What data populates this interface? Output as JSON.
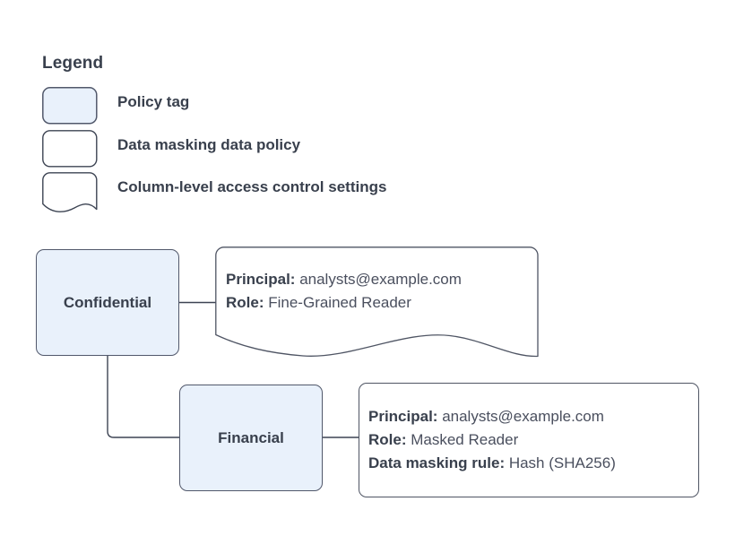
{
  "legend": {
    "title": "Legend",
    "items": [
      {
        "shape": "policy-tag-swatch",
        "label": "Policy tag"
      },
      {
        "shape": "data-policy-swatch",
        "label": "Data masking data policy"
      },
      {
        "shape": "access-settings-swatch",
        "label": "Column-level access control settings"
      }
    ]
  },
  "colors": {
    "policy_tag_fill": "#e9f1fb",
    "node_stroke": "#51586b",
    "text": "#39404d",
    "connector": "#3d4453",
    "background": "#ffffff"
  },
  "diagram": {
    "nodes": [
      {
        "id": "confidential",
        "label": "Confidential",
        "type": "policy-tag"
      },
      {
        "id": "financial",
        "label": "Financial",
        "type": "policy-tag"
      }
    ],
    "annotations": [
      {
        "id": "confidential-access-settings",
        "type": "column-level-access-control-settings",
        "attached_to": "confidential",
        "rows": [
          {
            "key": "Principal:",
            "value": "analysts@example.com"
          },
          {
            "key": "Role:",
            "value": "Fine-Grained Reader"
          }
        ]
      },
      {
        "id": "financial-data-policy",
        "type": "data-masking-data-policy",
        "attached_to": "financial",
        "rows": [
          {
            "key": "Principal:",
            "value": "analysts@example.com"
          },
          {
            "key": "Role:",
            "value": "Masked Reader"
          },
          {
            "key": "Data masking rule:",
            "value": "Hash (SHA256)"
          }
        ]
      }
    ],
    "edges": [
      {
        "from": "confidential",
        "to": "confidential-access-settings"
      },
      {
        "from": "confidential",
        "to": "financial"
      },
      {
        "from": "financial",
        "to": "financial-data-policy"
      }
    ]
  }
}
